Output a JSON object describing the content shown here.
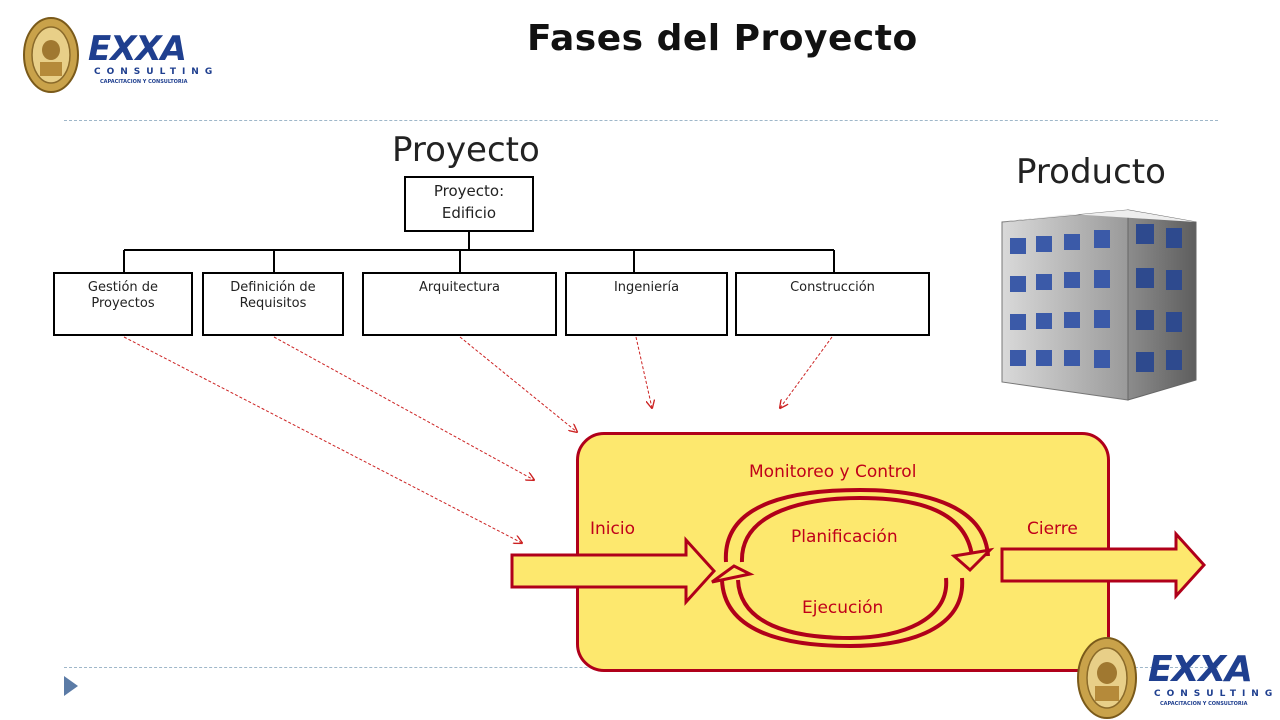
{
  "slide": {
    "title": "Fases del Proyecto",
    "project_label": "Proyecto",
    "product_label": "Producto"
  },
  "wbs": {
    "root": {
      "line1": "Proyecto:",
      "line2": "Edificio"
    },
    "children": [
      {
        "line1": "Gestión de",
        "line2": "Proyectos"
      },
      {
        "line1": "Definición de",
        "line2": "Requisitos"
      },
      {
        "line1": "Arquitectura",
        "line2": ""
      },
      {
        "line1": "Ingeniería",
        "line2": ""
      },
      {
        "line1": "Construcción",
        "line2": ""
      }
    ]
  },
  "process": {
    "monitoring": "Monitoreo y Control",
    "start": "Inicio",
    "planning": "Planificación",
    "execution": "Ejecución",
    "close": "Cierre"
  },
  "logo": {
    "brand": "EXXA",
    "sub1": "CONSULTING",
    "sub2": "CAPACITACION Y CONSULTORIA"
  },
  "colors": {
    "panel_fill": "#fde86e",
    "panel_border": "#b0001a",
    "arrow_fill": "#fde86e",
    "dashed_arrow": "#cc2222",
    "brand_blue": "#1f3f8f"
  },
  "icons": [
    "university-seal-icon",
    "building-icon",
    "play-triangle-icon"
  ]
}
